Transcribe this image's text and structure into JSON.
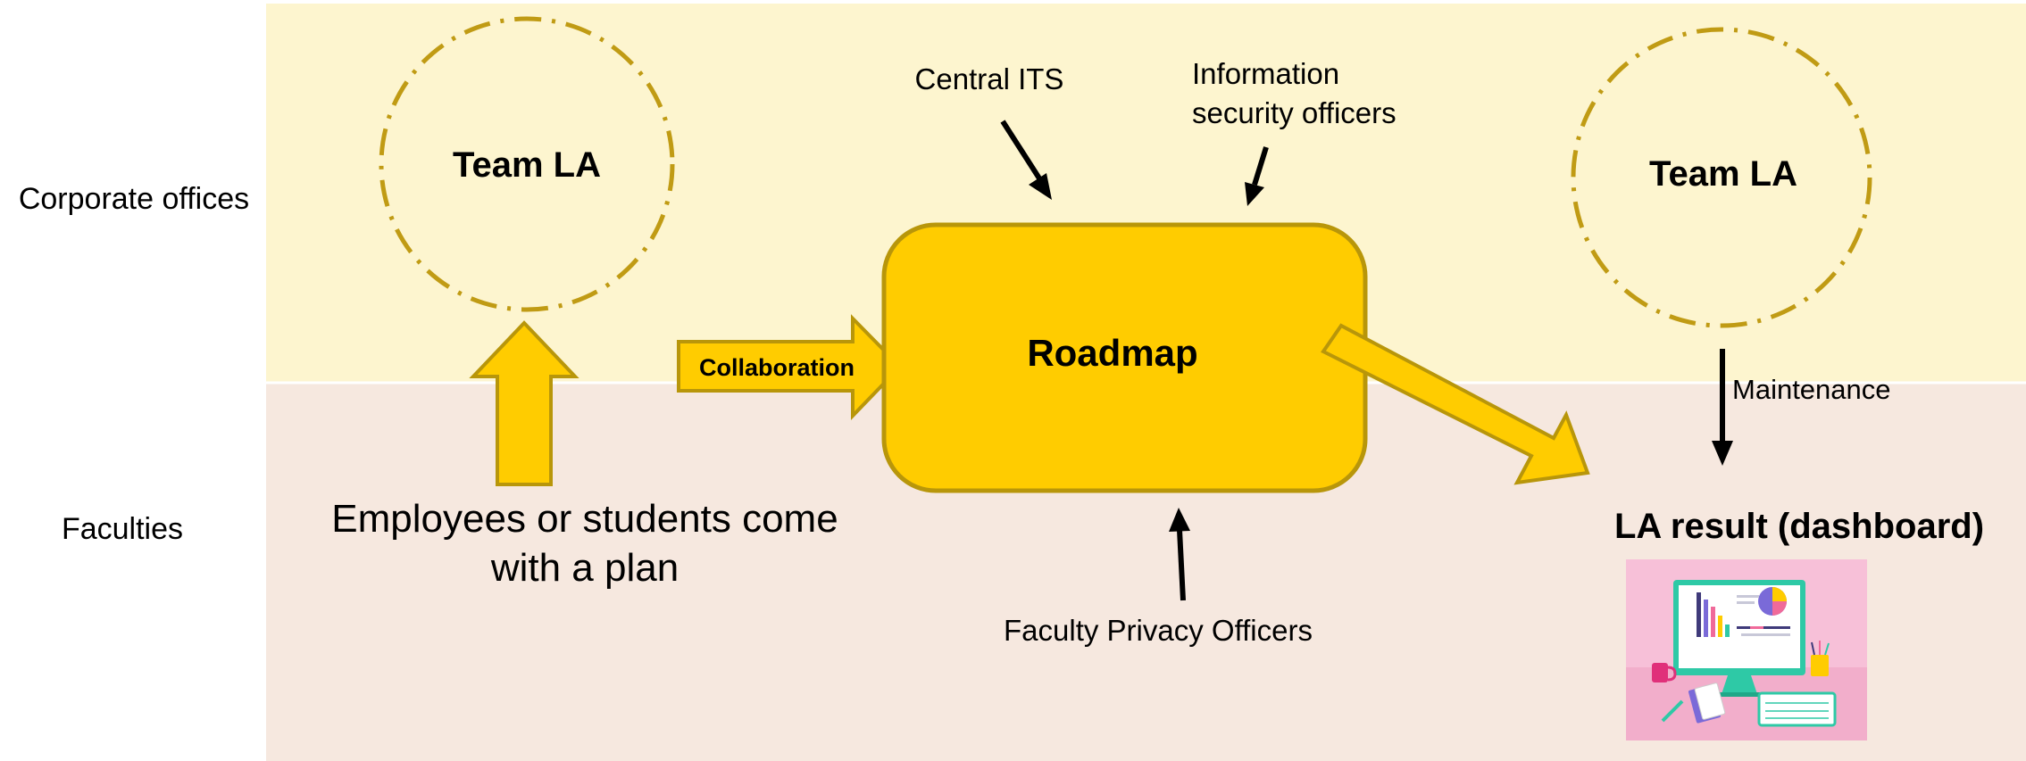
{
  "lanes": {
    "corporate": {
      "label": "Corporate offices",
      "color": "#fdf5cf"
    },
    "faculties": {
      "label": "Faculties",
      "color": "#f6e8df"
    }
  },
  "nodes": {
    "team_la_left": "Team LA",
    "team_la_right": "Team LA",
    "roadmap": "Roadmap",
    "result": "LA result (dashboard)"
  },
  "edges": {
    "collaboration": "Collaboration",
    "maintenance": "Maintenance"
  },
  "actors": {
    "central_its": "Central ITS",
    "info_security_line1": "Information",
    "info_security_line2": "security officers",
    "privacy_officers": "Faculty Privacy Officers",
    "employees_line1": "Employees or students come",
    "employees_line2": "with a plan"
  },
  "colors": {
    "accent": "#ffcc00",
    "accent_border": "#b8960a",
    "circle_dash": "#c09b14",
    "arrow": "#000000",
    "dashboard_bg": "#f7c0d8"
  },
  "icons": {
    "dashboard": "dashboard-illustration"
  }
}
